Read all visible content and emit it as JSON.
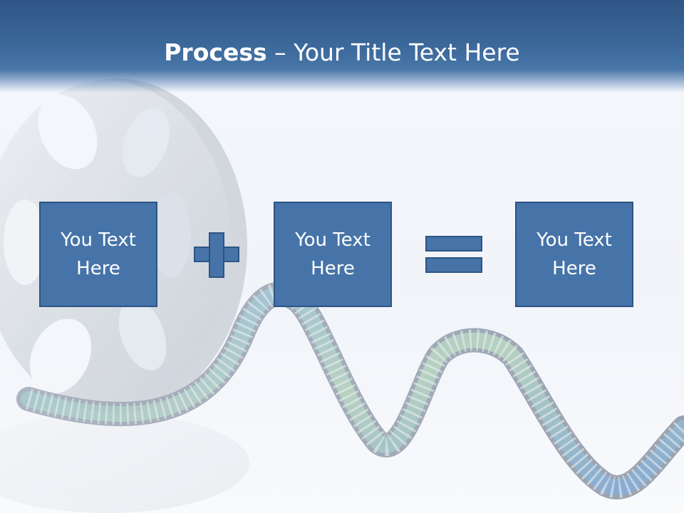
{
  "title": {
    "bold": "Process",
    "rest": " – Your Title Text Here"
  },
  "boxes": [
    {
      "line1": "You Text",
      "line2": "Here"
    },
    {
      "line1": "You Text",
      "line2": "Here"
    },
    {
      "line1": "You Text",
      "line2": "Here"
    }
  ],
  "operators": [
    "plus",
    "equals"
  ],
  "colors": {
    "header": "#3a6698",
    "box_fill": "#4674a8",
    "box_border": "#2d5484",
    "text": "#ffffff"
  },
  "background_icons": [
    "film-reel-icon",
    "film-strip-icon"
  ]
}
